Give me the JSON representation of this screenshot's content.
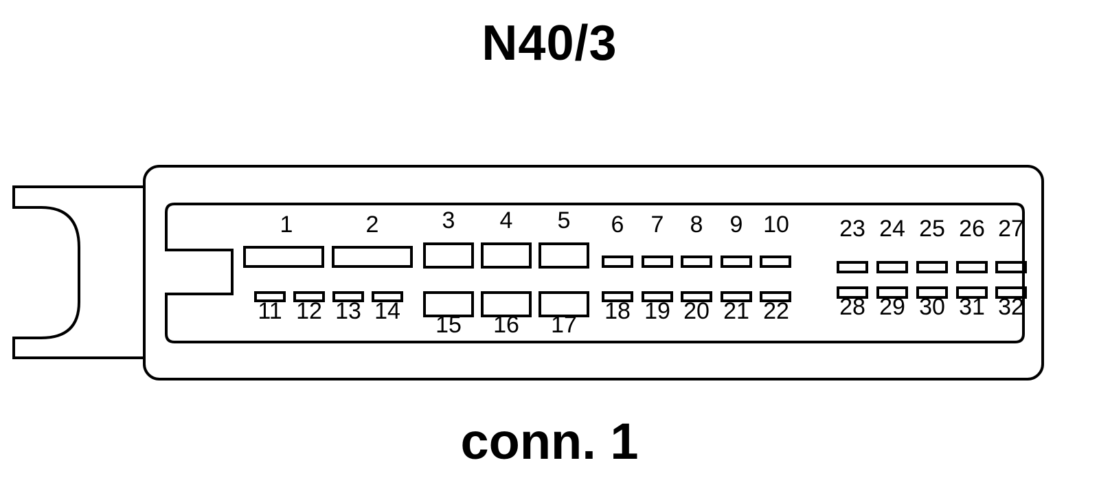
{
  "diagram": {
    "component_label": "N40/3",
    "connector_label": "conn. 1",
    "pins": [
      {
        "n": "1",
        "row": "top",
        "size": "wide"
      },
      {
        "n": "2",
        "row": "top",
        "size": "wide"
      },
      {
        "n": "3",
        "row": "top",
        "size": "large"
      },
      {
        "n": "4",
        "row": "top",
        "size": "large"
      },
      {
        "n": "5",
        "row": "top",
        "size": "large"
      },
      {
        "n": "6",
        "row": "top",
        "size": "small"
      },
      {
        "n": "7",
        "row": "top",
        "size": "small"
      },
      {
        "n": "8",
        "row": "top",
        "size": "small"
      },
      {
        "n": "9",
        "row": "top",
        "size": "small"
      },
      {
        "n": "10",
        "row": "top",
        "size": "small"
      },
      {
        "n": "11",
        "row": "bottom",
        "size": "small"
      },
      {
        "n": "12",
        "row": "bottom",
        "size": "small"
      },
      {
        "n": "13",
        "row": "bottom",
        "size": "small"
      },
      {
        "n": "14",
        "row": "bottom",
        "size": "small"
      },
      {
        "n": "15",
        "row": "bottom",
        "size": "large"
      },
      {
        "n": "16",
        "row": "bottom",
        "size": "large"
      },
      {
        "n": "17",
        "row": "bottom",
        "size": "large"
      },
      {
        "n": "18",
        "row": "bottom",
        "size": "small"
      },
      {
        "n": "19",
        "row": "bottom",
        "size": "small"
      },
      {
        "n": "20",
        "row": "bottom",
        "size": "small"
      },
      {
        "n": "21",
        "row": "bottom",
        "size": "small"
      },
      {
        "n": "22",
        "row": "bottom",
        "size": "small"
      },
      {
        "n": "23",
        "row": "top",
        "size": "small"
      },
      {
        "n": "24",
        "row": "top",
        "size": "small"
      },
      {
        "n": "25",
        "row": "top",
        "size": "small"
      },
      {
        "n": "26",
        "row": "top",
        "size": "small"
      },
      {
        "n": "27",
        "row": "top",
        "size": "small"
      },
      {
        "n": "28",
        "row": "bottom",
        "size": "small"
      },
      {
        "n": "29",
        "row": "bottom",
        "size": "small"
      },
      {
        "n": "30",
        "row": "bottom",
        "size": "small"
      },
      {
        "n": "31",
        "row": "bottom",
        "size": "small"
      },
      {
        "n": "32",
        "row": "bottom",
        "size": "small"
      }
    ],
    "stroke_color": "#000000",
    "background_color": "#ffffff"
  }
}
